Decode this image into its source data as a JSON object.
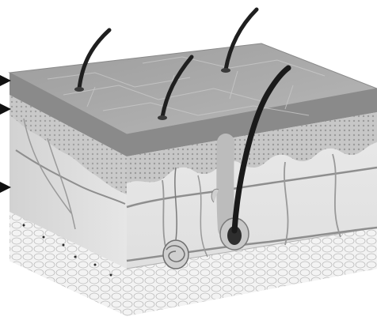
{
  "diagram": {
    "subject": "skin-cross-section",
    "layer_pointers": [
      {
        "name": "epidermis-pointer",
        "target": "epidermis"
      },
      {
        "name": "dermis-upper-pointer",
        "target": "dermis"
      },
      {
        "name": "hypodermis-pointer",
        "target": "hypodermis"
      }
    ],
    "colors": {
      "surface": "#a9a9a9",
      "epidermis_edge": "#6f6f6f",
      "papillary": "#bdbdbd",
      "dermis": "#e3e3e3",
      "vessel": "#8e8e8e",
      "hair": "#1f1f1f",
      "fat": "#f2f2f2"
    }
  }
}
